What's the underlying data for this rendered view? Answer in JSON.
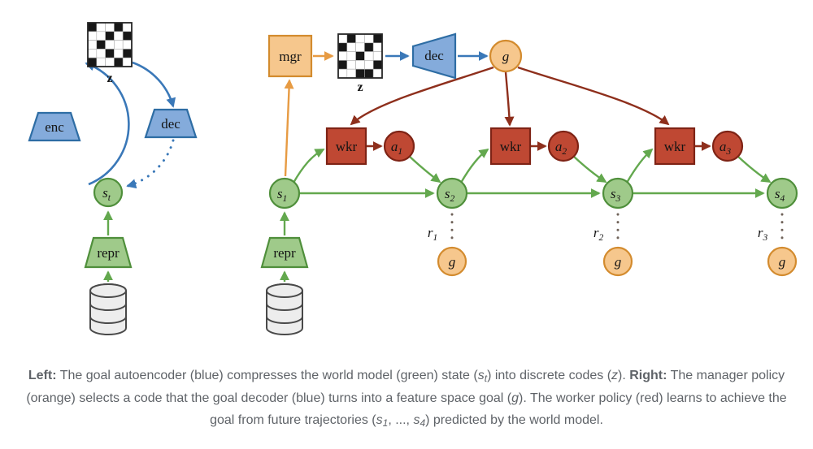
{
  "colors": {
    "blue_fill": "#84abdb",
    "blue_stroke": "#2e6da4",
    "blue_arrow": "#3a78b8",
    "green_fill": "#9fca8a",
    "green_stroke": "#4f8f3b",
    "green_arrow": "#63a84e",
    "orange_fill": "#f6c78d",
    "orange_stroke": "#d38b2e",
    "orange_arrow": "#e79b43",
    "red_fill": "#bf4833",
    "red_stroke": "#7e2315",
    "darkred_arrow": "#8e2f1c",
    "gray_fill": "#ededed",
    "gray_stroke": "#494949",
    "dots_gray": "#70635a",
    "code_black": "#181818",
    "code_white": "#ffffff",
    "code_grid": "#adadad",
    "code_border": "#262626",
    "caption_text": "#5f6368",
    "label_text": "#141414"
  },
  "left_diagram": {
    "code_label": "z",
    "code_pattern": [
      [
        1,
        0,
        0,
        1,
        0
      ],
      [
        0,
        0,
        1,
        0,
        1
      ],
      [
        0,
        1,
        0,
        0,
        0
      ],
      [
        0,
        0,
        1,
        0,
        1
      ],
      [
        1,
        0,
        0,
        1,
        0
      ]
    ],
    "encoder_label": "enc",
    "decoder_label": "dec",
    "state": {
      "main": "s",
      "sub": "t"
    },
    "repr_label": "repr"
  },
  "right_diagram": {
    "manager_label": "mgr",
    "code_label": "z",
    "code_pattern": [
      [
        0,
        1,
        0,
        0,
        1
      ],
      [
        1,
        0,
        0,
        1,
        0
      ],
      [
        0,
        0,
        1,
        0,
        0
      ],
      [
        1,
        0,
        0,
        0,
        1
      ],
      [
        0,
        0,
        1,
        1,
        0
      ]
    ],
    "decoder_label": "dec",
    "goal": "g",
    "workers": [
      {
        "label": "wkr",
        "action": {
          "main": "a",
          "sub": "1"
        }
      },
      {
        "label": "wkr",
        "action": {
          "main": "a",
          "sub": "2"
        }
      },
      {
        "label": "wkr",
        "action": {
          "main": "a",
          "sub": "3"
        }
      }
    ],
    "states": [
      {
        "main": "s",
        "sub": "1"
      },
      {
        "main": "s",
        "sub": "2"
      },
      {
        "main": "s",
        "sub": "3"
      },
      {
        "main": "s",
        "sub": "4"
      }
    ],
    "rewards": [
      {
        "main": "r",
        "sub": "1"
      },
      {
        "main": "r",
        "sub": "2"
      },
      {
        "main": "r",
        "sub": "3"
      }
    ],
    "goals_bottom": [
      "g",
      "g",
      "g"
    ],
    "repr_label": "repr"
  },
  "caption": {
    "segments": [
      {
        "t": "Left:",
        "b": 1
      },
      {
        "t": " The goal autoencoder (blue) compresses the world model (green) state ("
      },
      {
        "t": "s",
        "i": 1
      },
      {
        "t": "t",
        "i": 1,
        "sub": 1
      },
      {
        "t": ") into discrete codes ("
      },
      {
        "t": "z",
        "i": 1
      },
      {
        "t": "). "
      },
      {
        "t": "Right:",
        "b": 1
      },
      {
        "t": " The manager policy (orange) selects a code that the goal decoder (blue) turns into a feature space goal ("
      },
      {
        "t": "g",
        "i": 1
      },
      {
        "t": "). The worker policy (red) learns to achieve the goal from future trajectories ("
      },
      {
        "t": "s",
        "i": 1
      },
      {
        "t": "1",
        "i": 1,
        "sub": 1
      },
      {
        "t": ", ..., "
      },
      {
        "t": "s",
        "i": 1
      },
      {
        "t": "4",
        "i": 1,
        "sub": 1
      },
      {
        "t": ") predicted by the world model."
      }
    ]
  }
}
